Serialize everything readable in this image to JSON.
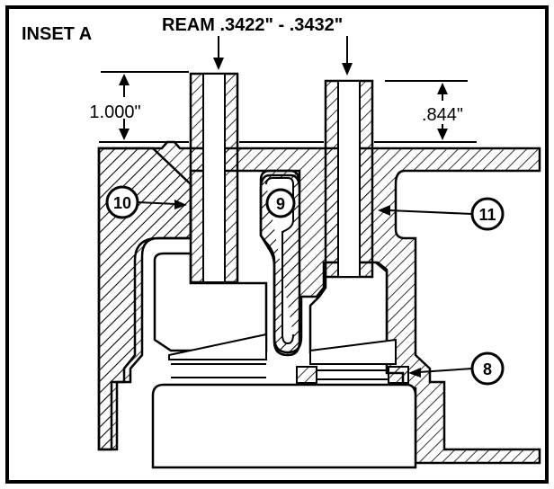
{
  "inset_title": "INSET A",
  "ream_spec": "REAM .3422\" - .3432\"",
  "dim_left": "1.000\"",
  "dim_right": ".844\"",
  "callouts": {
    "c10": "10",
    "c9": "9",
    "c11": "11",
    "c8": "8"
  },
  "colors": {
    "ink": "#000000",
    "paper": "#ffffff"
  }
}
